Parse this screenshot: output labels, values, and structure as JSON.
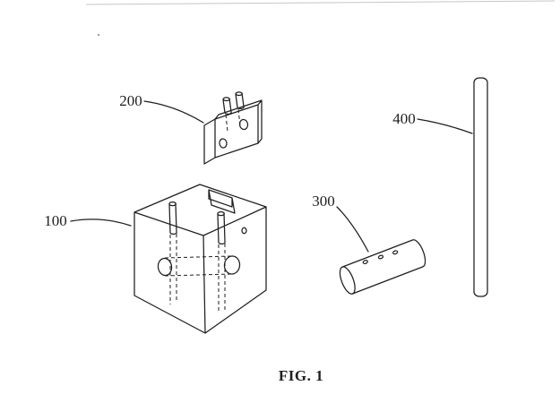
{
  "figure": {
    "caption": "FIG. 1",
    "labels": {
      "block": "100",
      "bracket": "200",
      "cylinder": "300",
      "rod": "400"
    },
    "colors": {
      "ink": "#1f1f1f",
      "paper": "#ffffff",
      "artifact": "#c6c6c6"
    }
  }
}
